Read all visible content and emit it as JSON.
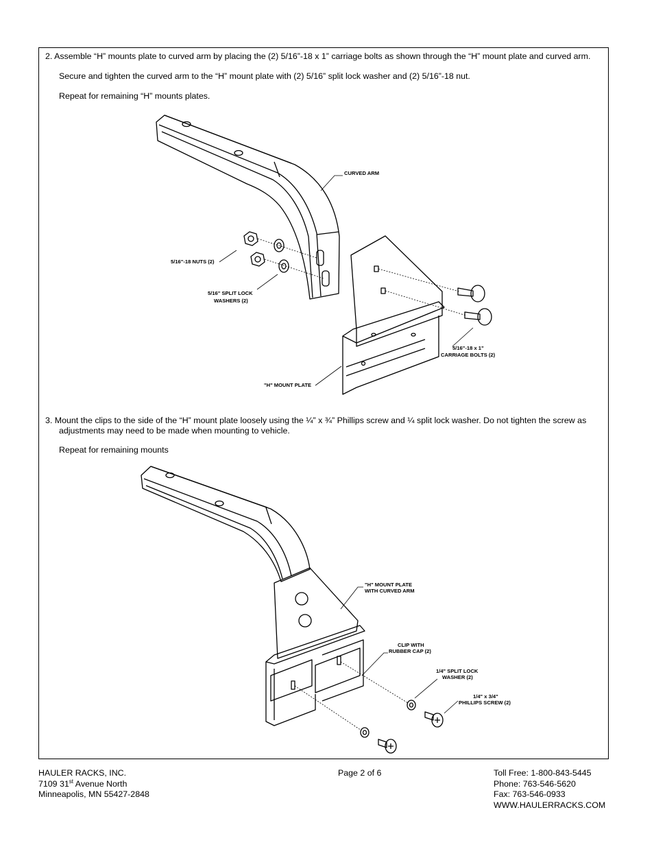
{
  "step2": {
    "line1": "2.  Assemble “H” mounts plate to curved arm by placing the (2) 5/16”-18 x 1” carriage bolts as shown through the “H” mount plate and curved arm.",
    "line2": "Secure and tighten the curved arm to the “H” mount plate with (2) 5/16” split lock washer and (2) 5/16”-18 nut.",
    "line3": "Repeat for remaining “H” mounts plates."
  },
  "diagram1": {
    "curved_arm": "CURVED ARM",
    "nuts": "5/16\"-18  NUTS (2)",
    "washers_1": "5/16\" SPLIT LOCK",
    "washers_2": "WASHERS (2)",
    "bolts_1": "5/16\"-18 x 1\"",
    "bolts_2": "CARRIAGE BOLTS (2)",
    "plate": "\"H\" MOUNT PLATE"
  },
  "step3": {
    "line1": "3.  Mount the clips to the side of the “H” mount plate loosely using the ¼” x ¾” Phillips screw and ¼ split lock washer.  Do not tighten the screw as",
    "line2": "adjustments may need to be made when mounting to vehicle.",
    "line3": "Repeat for remaining mounts"
  },
  "diagram2": {
    "plate_1": "\"H\" MOUNT PLATE",
    "plate_2": "WITH CURVED ARM",
    "clip_1": "CLIP WITH",
    "clip_2": "RUBBER CAP (2)",
    "washer_1": "1/4\" SPLIT LOCK",
    "washer_2": "WASHER (2)",
    "screw_1": "1/4\" x 3/4\"",
    "screw_2": "PHILLIPS SCREW (2)"
  },
  "footer": {
    "company": "HAULER RACKS, INC.",
    "address_num": "7109 31",
    "address_sup": "st",
    "address_rest": " Avenue North",
    "city": "Minneapolis, MN 55427-2848",
    "page": "Page 2 of 6",
    "tollfree": "Toll Free: 1-800-843-5445",
    "phone": "Phone: 763-546-5620",
    "fax": "Fax: 763-546-0933",
    "web": "WWW.HAULERRACKS.COM"
  }
}
